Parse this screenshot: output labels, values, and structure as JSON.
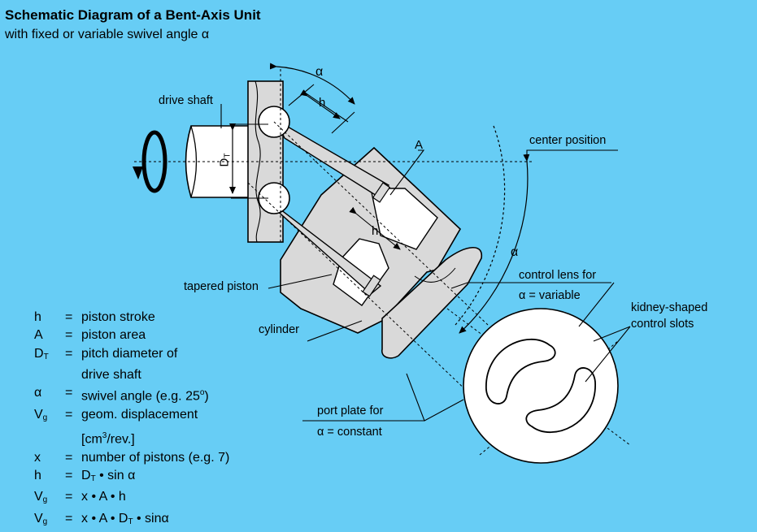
{
  "title": "Schematic Diagram of a Bent-Axis Unit",
  "subtitle": "with fixed or variable swivel angle α",
  "labels": {
    "drive_shaft": "drive shaft",
    "center_position": "center position",
    "tapered_piston": "tapered piston",
    "cylinder": "cylinder",
    "control_lens_1": "control lens for",
    "control_lens_2": "α = variable",
    "kidney_1": "kidney-shaped",
    "kidney_2": "control slots",
    "port_plate_1": "port plate for",
    "port_plate_2": "α = constant",
    "alpha_top": "α",
    "alpha_right": "α",
    "h_top": "h",
    "h_mid": "h",
    "A": "A",
    "DT_D": "D",
    "DT_T": "T"
  },
  "legend": {
    "h1": {
      "sym": "h",
      "desc": "piston stroke"
    },
    "A": {
      "sym": "A",
      "desc": "piston area"
    },
    "DT": {
      "sym": "D",
      "sub": "T",
      "desc": "pitch diameter of",
      "cont": "drive shaft"
    },
    "alpha": {
      "sym": "α",
      "desc": "swivel angle (e.g. 25",
      "sup": "o",
      "desc_end": ")"
    },
    "Vg1": {
      "sym": "V",
      "sub": "g",
      "desc": "geom. displacement",
      "cont_a": "[cm",
      "cont_sup": "3",
      "cont_b": "/rev.]"
    },
    "x": {
      "sym": "x",
      "desc": "number of pistons (e.g. 7)"
    },
    "h2": {
      "sym": "h",
      "f1": "D",
      "f1_sub": "T",
      "f2": " • sin α"
    },
    "Vg2": {
      "sym": "V",
      "sub": "g",
      "desc": "x • A • h"
    },
    "Vg3": {
      "sym": "V",
      "sub": "g",
      "f1": "x • A • D",
      "f1_sub": "T",
      "f2": " • sinα"
    },
    "equals": "="
  },
  "colors": {
    "background": "#67cdf5",
    "part_fill": "#d9d9d9",
    "line": "#000000"
  }
}
